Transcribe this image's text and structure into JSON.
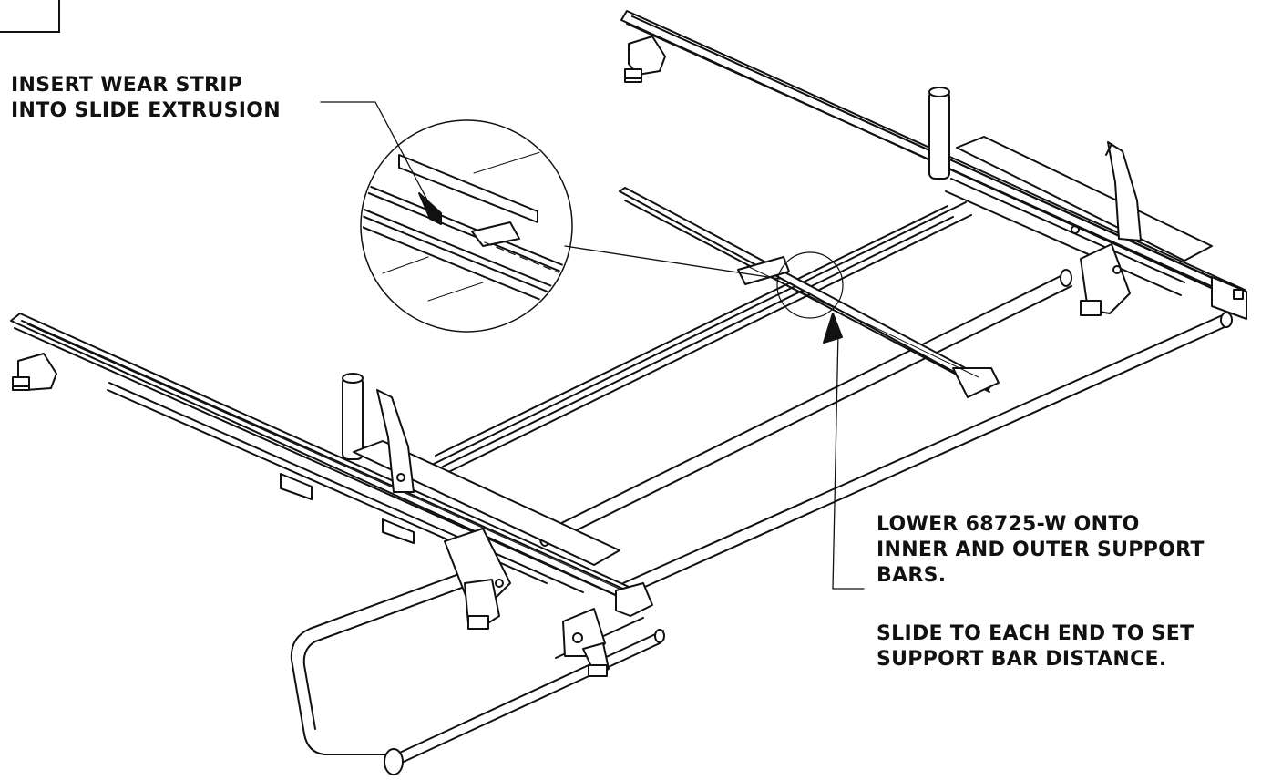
{
  "step": {
    "number": ""
  },
  "callouts": {
    "wear_strip_line1": "INSERT WEAR STRIP",
    "wear_strip_line2": "INTO SLIDE EXTRUSION",
    "lower_line1": "LOWER 68725-W ONTO",
    "lower_line2": "INNER AND OUTER SUPPORT",
    "lower_line3": "BARS.",
    "slide_line1": "SLIDE TO EACH END TO SET",
    "slide_line2": "SUPPORT BAR DISTANCE."
  },
  "colors": {
    "ink": "#111111",
    "paper": "#ffffff"
  }
}
